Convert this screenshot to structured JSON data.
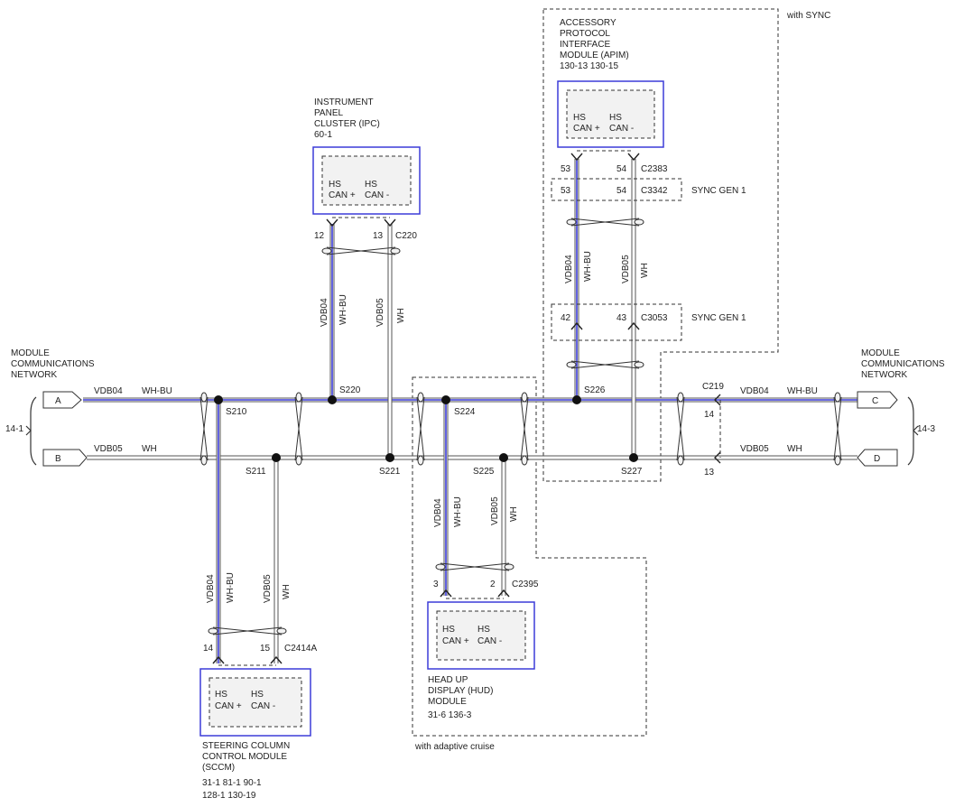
{
  "network": {
    "left_title": [
      "MODULE",
      "COMMUNICATIONS",
      "NETWORK"
    ],
    "right_title": [
      "MODULE",
      "COMMUNICATIONS",
      "NETWORK"
    ],
    "left_ref": "14-1",
    "right_ref": "14-3",
    "pointers": {
      "a": "A",
      "b": "B",
      "c": "C",
      "d": "D"
    }
  },
  "wires": {
    "can_plus_circuit": "VDB04",
    "can_plus_color": "WH-BU",
    "can_minus_circuit": "VDB05",
    "can_minus_color": "WH"
  },
  "colors": {
    "blue_wire": "#3c3cd8",
    "white_wire": "#555555"
  },
  "splices": {
    "s210": "S210",
    "s211": "S211",
    "s220": "S220",
    "s221": "S221",
    "s224": "S224",
    "s225": "S225",
    "s226": "S226",
    "s227": "S227"
  },
  "ipc": {
    "name": [
      "INSTRUMENT",
      "PANEL",
      "CLUSTER (IPC)"
    ],
    "ref": "60-1",
    "pin_plus": "12",
    "pin_minus": "13",
    "connector": "C220"
  },
  "apim": {
    "name": [
      "ACCESSORY",
      "PROTOCOL",
      "INTERFACE",
      "MODULE (APIM)"
    ],
    "refs": "130-13   130-15",
    "pin_plus": "53",
    "pin_minus": "54",
    "connector": "C2383",
    "inline1_pin_plus": "53",
    "inline1_pin_minus": "54",
    "inline1_connector": "C3342",
    "inline1_label": "SYNC GEN 1",
    "inline2_pin_plus": "42",
    "inline2_pin_minus": "43",
    "inline2_connector": "C3053",
    "inline2_label": "SYNC GEN 1",
    "option": "with SYNC"
  },
  "right_conn": {
    "connector": "C219",
    "pin_plus": "14",
    "pin_minus": "13"
  },
  "hud": {
    "name": [
      "HEAD UP",
      "DISPLAY (HUD)",
      "MODULE"
    ],
    "refs": "31-6     136-3",
    "pin_plus": "3",
    "pin_minus": "2",
    "connector": "C2395",
    "option": "with adaptive cruise"
  },
  "sccm": {
    "name": [
      "STEERING COLUMN",
      "CONTROL MODULE",
      "(SCCM)"
    ],
    "refs1": "31-1   81-1     90-1",
    "refs2": "128-1  130-19",
    "pin_plus": "14",
    "pin_minus": "15",
    "connector": "C2414A"
  },
  "module_pins": {
    "hs": "HS",
    "can_plus": "CAN +",
    "can_minus": "CAN -"
  }
}
